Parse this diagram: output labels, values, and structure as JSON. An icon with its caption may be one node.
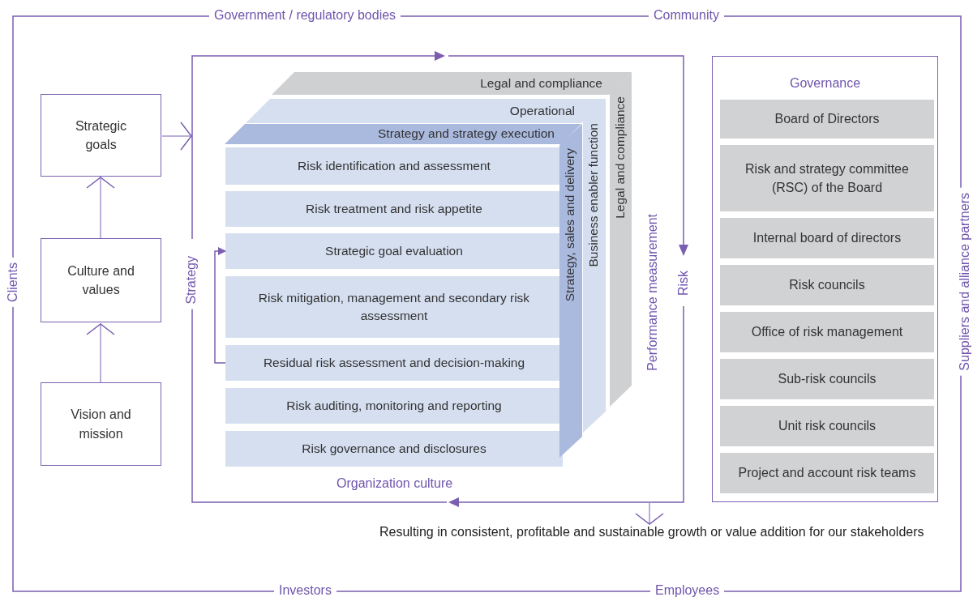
{
  "diagram": {
    "nodes": [
      {
        "text": [
          "Strategic goals"
        ]
      },
      {
        "text": [
          "Culture and values"
        ]
      },
      {
        "text": [
          "Vision and mission"
        ]
      },
      {
        "text": [],
        "shape": "box"
      },
      {
        "text": [
          "Legal and compliance"
        ],
        "in": 3
      },
      {
        "text": [
          "Operational"
        ],
        "in": 3
      },
      {
        "text": [
          "Strategy and strategy execution"
        ],
        "in": 3
      },
      {
        "text": [
          "Risk identification and assessment"
        ],
        "in": 3
      },
      {
        "text": [
          "Risk treatment and risk appetite"
        ],
        "in": 3
      },
      {
        "text": [
          "Strategic goal evaluation"
        ],
        "in": 3
      },
      {
        "text": [
          "Risk mitigation, management and secondary risk assessment"
        ],
        "in": 3
      },
      {
        "text": [
          "Residual risk assessment and decision-making"
        ],
        "in": 3
      },
      {
        "text": [
          "Risk auditing, monitoring and reporting"
        ],
        "in": 3
      },
      {
        "text": [
          "Risk governance and disclosures"
        ],
        "in": 3
      },
      {
        "text": [
          "Strategy, sales and delivery"
        ],
        "in": 3
      },
      {
        "text": [
          "Business enabler function"
        ],
        "in": 3
      },
      {
        "text": [
          "Legal and compliance"
        ],
        "in": 3
      },
      {
        "text": [
          "Resulting in consistent, profitable and sustainable growth or value addition for our stakeholders"
        ]
      },
      {
        "text": [
          "Governance"
        ]
      },
      {
        "text": [
          "Board of Directors"
        ],
        "in": 18
      },
      {
        "text": [
          "Risk and strategy committee (RSC) of the Board"
        ],
        "in": 18
      },
      {
        "text": [
          "Internal board of directors"
        ],
        "in": 18
      },
      {
        "text": [
          "Risk councils"
        ],
        "in": 18
      },
      {
        "text": [
          "Office of risk management"
        ],
        "in": 18
      },
      {
        "text": [
          "Sub-risk councils"
        ],
        "in": 18
      },
      {
        "text": [
          "Unit risk councils"
        ],
        "in": 18
      },
      {
        "text": [
          "Project and account risk teams"
        ],
        "in": 18
      }
    ],
    "edges": [
      {
        "from": 2,
        "to": 1,
        "arrow": "to"
      },
      {
        "from": 1,
        "to": 0,
        "arrow": "to"
      },
      {
        "from": 0,
        "to": 3,
        "arrow": "to"
      },
      {
        "from": 11,
        "to": 9,
        "arrow": "to"
      },
      {
        "from": 3,
        "to": 17,
        "arrow": "to"
      }
    ],
    "labels": [
      "Government / regulatory bodies",
      "Community",
      "Clients",
      "Strategy",
      "Performance measurement",
      "Risk",
      "Organization culture",
      "Suppliers and alliance partners",
      "Investors",
      "Employees"
    ]
  }
}
